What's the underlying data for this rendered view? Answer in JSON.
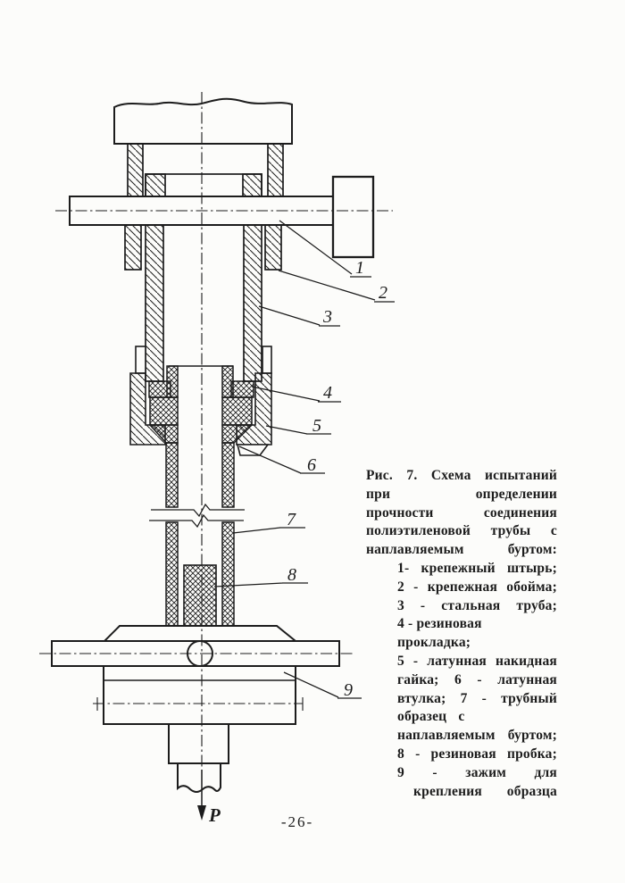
{
  "theme": {
    "ink": "#1c1c1c",
    "paper": "#fcfcfa"
  },
  "page": {
    "number_label": "-26-"
  },
  "figure": {
    "force_label": "P",
    "callouts": [
      "1",
      "2",
      "3",
      "4",
      "5",
      "6",
      "7",
      "8",
      "9"
    ]
  },
  "caption": {
    "lines": [
      "Рис. 7. Схема испытаний",
      "при определении",
      "прочности соединения",
      "полиэтиленовой трубы с",
      "наплавляемым буртом:",
      "1- крепежный штырь;",
      "2 - крепежная обойма;",
      "3 - стальная труба;",
      "4 - резиновая",
      "прокладка;",
      "5 - латунная накидная",
      "гайка; 6 - латунная",
      "втулка; 7 - трубный",
      "образец с",
      "наплавляемым буртом;",
      "8 - резиновая пробка;",
      "9 - зажим для",
      "крепления образца"
    ]
  }
}
